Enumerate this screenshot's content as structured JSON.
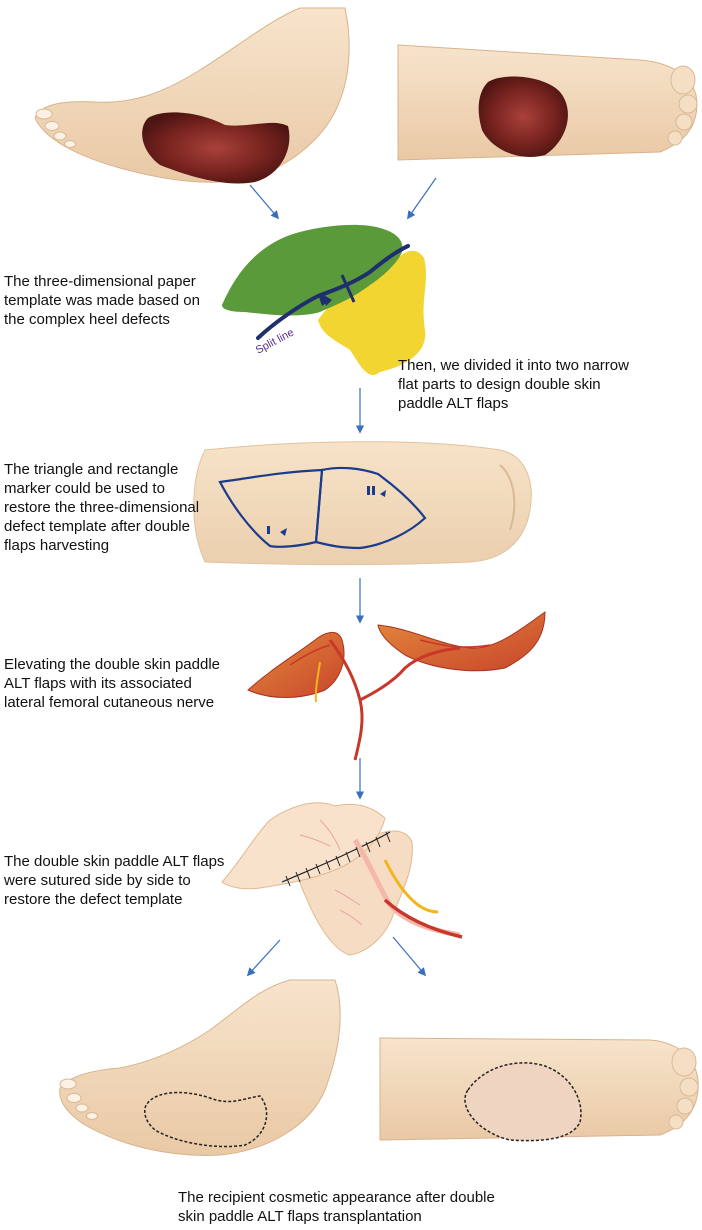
{
  "figure": {
    "captions": {
      "paper_template": "The three-dimensional paper\ntemplate was made based on\nthe complex heel defects",
      "split_line": "Split line",
      "divided": "Then, we divided it into two narrow\nflat parts to design double skin\npaddle ALT flaps",
      "markers": "The triangle and rectangle\nmarker could be used to\nrestore the three-dimensional\ndefect template after double\nflaps harvesting",
      "elevating": "Elevating the double skin paddle\nALT flaps with its associated\nlateral femoral cutaneous nerve",
      "sutured": "The double skin paddle ALT flaps\nwere sutured side by side to\nrestore the defect template",
      "recipient": "The recipient cosmetic appearance after double\nskin paddle ALT flaps transplantation"
    },
    "colors": {
      "arrow": "#3a6fc0",
      "template_green": "#5a9a3a",
      "template_yellow": "#f3d531",
      "split_line": "#1f2f6e",
      "split_label": "#5a2d91",
      "skin": "#f4dcc0",
      "wound": "#6e1f1c",
      "flap_red": "#c8372a",
      "nerve_yellow": "#f2b51d",
      "design_blue": "#1b3c8c"
    }
  }
}
